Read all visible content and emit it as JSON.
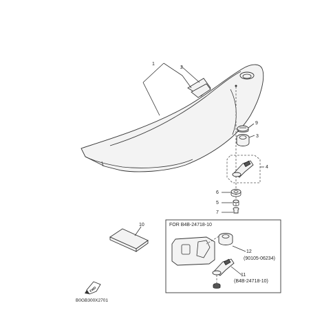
{
  "callouts": {
    "c1": "1",
    "c2": "2",
    "c3": "3",
    "c4": "4",
    "c5": "5",
    "c6": "6",
    "c7": "7",
    "c9": "9",
    "c10": "10",
    "c11": "11",
    "c12": "12"
  },
  "variant_box": {
    "title": "FOR B4B-24718-10",
    "part12_number": "(90105-06234)",
    "part11_number": "(B4B-24718-10)"
  },
  "fwd_label": "FWD",
  "drawing_code": "B0GB300X2701"
}
